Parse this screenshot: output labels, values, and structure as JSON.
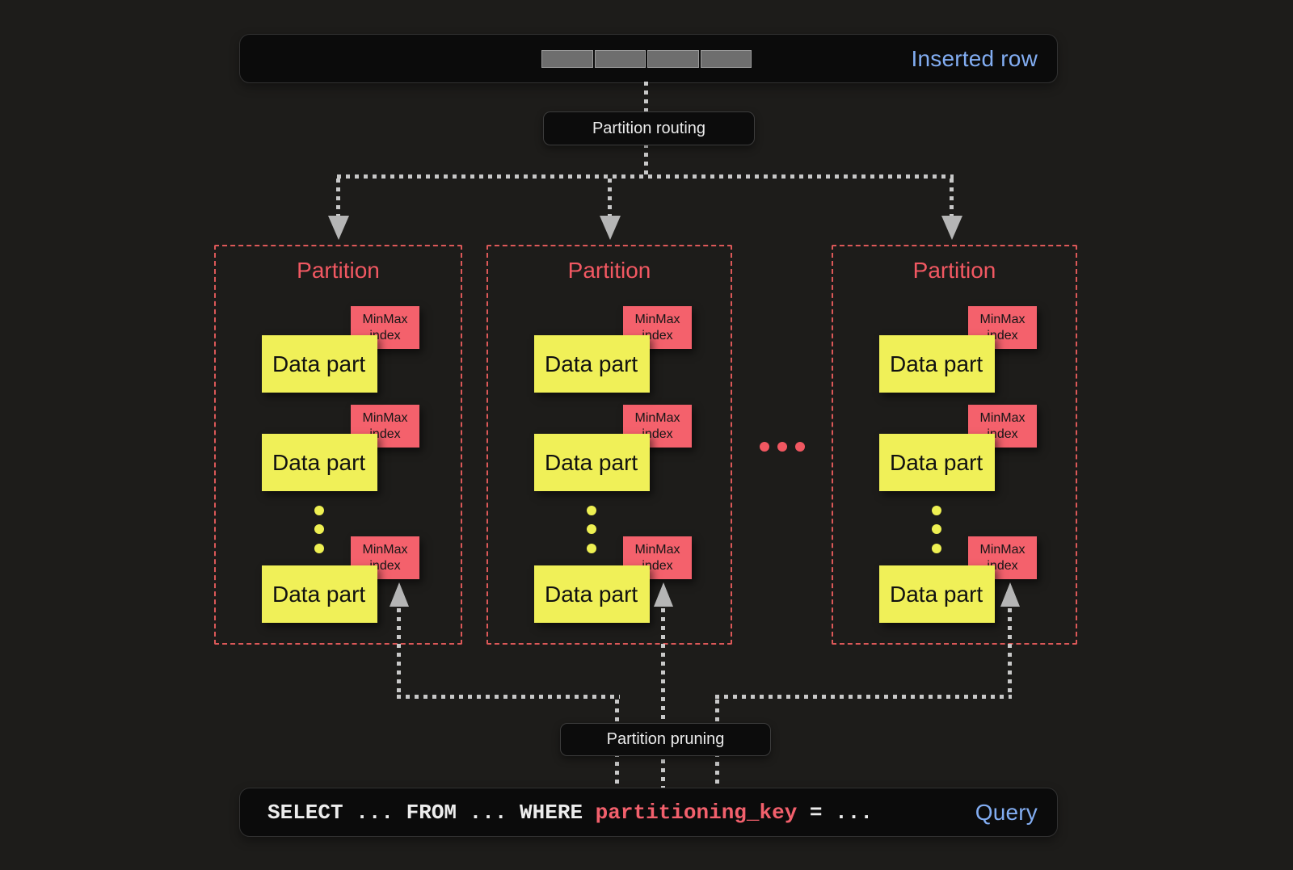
{
  "colors": {
    "background": "#1d1c1a",
    "bar_background": "#0b0b0b",
    "accent_blue": "#82adf2",
    "partition_red": "#f15862",
    "tag_red": "#f4616c",
    "part_yellow": "#f0f058",
    "connector_gray": "#c8c8c8",
    "segment_gray": "#6e6e6e"
  },
  "top_bar": {
    "label": "Inserted row",
    "segment_count": 4
  },
  "routing": {
    "label": "Partition routing"
  },
  "pruning": {
    "label": "Partition pruning"
  },
  "ellipsis": "...",
  "partitions": [
    {
      "title": "Partition",
      "parts": [
        {
          "label": "Data part",
          "tag": "MinMax index"
        },
        {
          "label": "Data part",
          "tag": "MinMax index"
        },
        {
          "label": "Data part",
          "tag": "MinMax index"
        }
      ]
    },
    {
      "title": "Partition",
      "parts": [
        {
          "label": "Data part",
          "tag": "MinMax index"
        },
        {
          "label": "Data part",
          "tag": "MinMax index"
        },
        {
          "label": "Data part",
          "tag": "MinMax index"
        }
      ]
    },
    {
      "title": "Partition",
      "parts": [
        {
          "label": "Data part",
          "tag": "MinMax index"
        },
        {
          "label": "Data part",
          "tag": "MinMax index"
        },
        {
          "label": "Data part",
          "tag": "MinMax index"
        }
      ]
    }
  ],
  "query_bar": {
    "sql_before": "SELECT ... FROM ... WHERE ",
    "sql_key": "partitioning_key",
    "sql_after": " = ...",
    "label": "Query"
  }
}
